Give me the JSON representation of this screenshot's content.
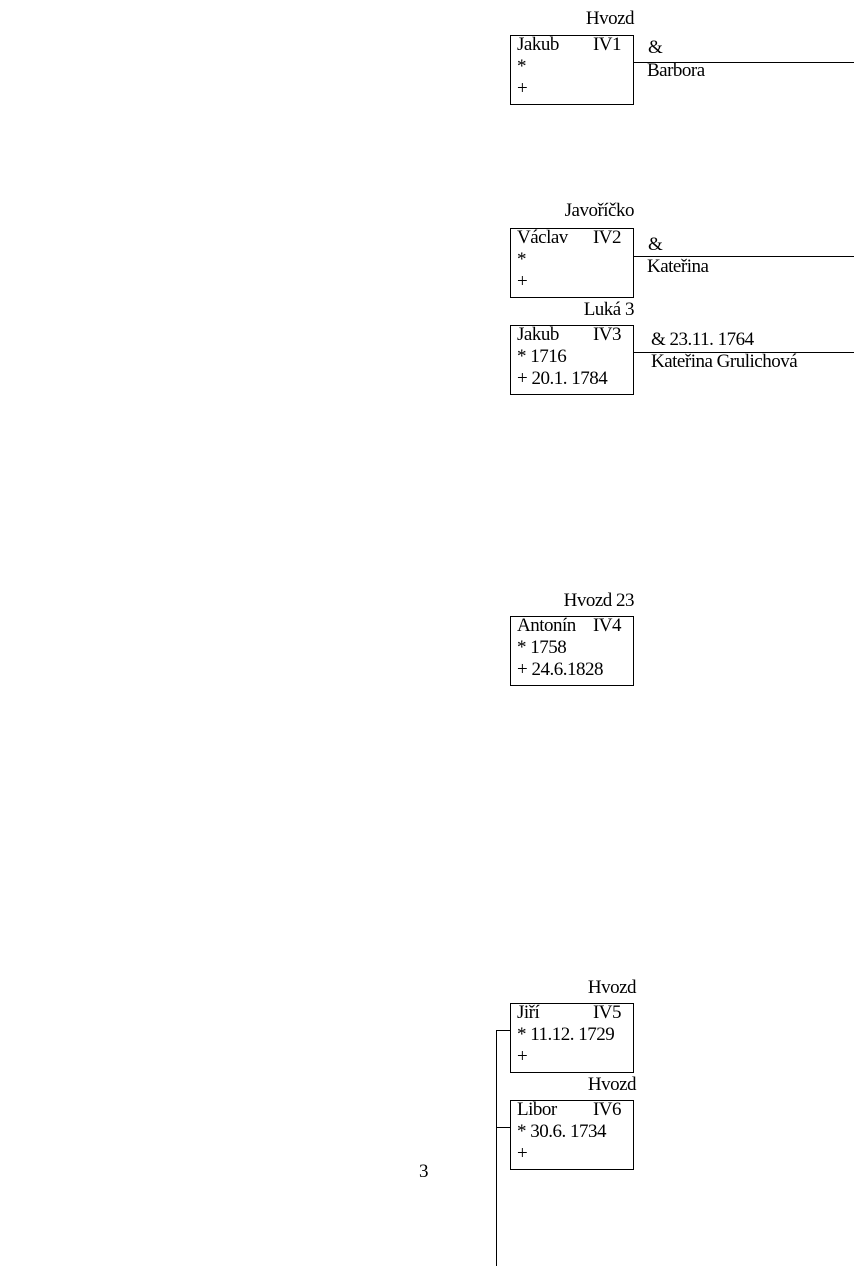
{
  "persons": [
    {
      "place": "Hvozd",
      "name": "Jakub",
      "code": "IV1",
      "born": "*",
      "died": "+",
      "spouse_marker": "&",
      "spouse": "Barbora"
    },
    {
      "place": "Javoříčko",
      "name": "Václav",
      "code": "IV2",
      "born": "*",
      "died": "+",
      "spouse_marker": "&",
      "spouse": "Kateřina"
    },
    {
      "place": "Luká 3",
      "name": "Jakub",
      "code": "IV3",
      "born": "* 1716",
      "died": "+ 20.1. 1784",
      "spouse_marker": "& 23.11. 1764",
      "spouse": "Kateřina Grulichová"
    },
    {
      "place": "Hvozd 23",
      "name": "Antonín",
      "code": "IV4",
      "born": "* 1758",
      "died": "+ 24.6.1828"
    },
    {
      "place": "Hvozd",
      "name": "Jiří",
      "code": "IV5",
      "born": "* 11.12. 1729",
      "died": "+"
    },
    {
      "place": "Hvozd",
      "name": "Libor",
      "code": "IV6",
      "born": "* 30.6. 1734",
      "died": "+"
    }
  ],
  "page_number": "3"
}
